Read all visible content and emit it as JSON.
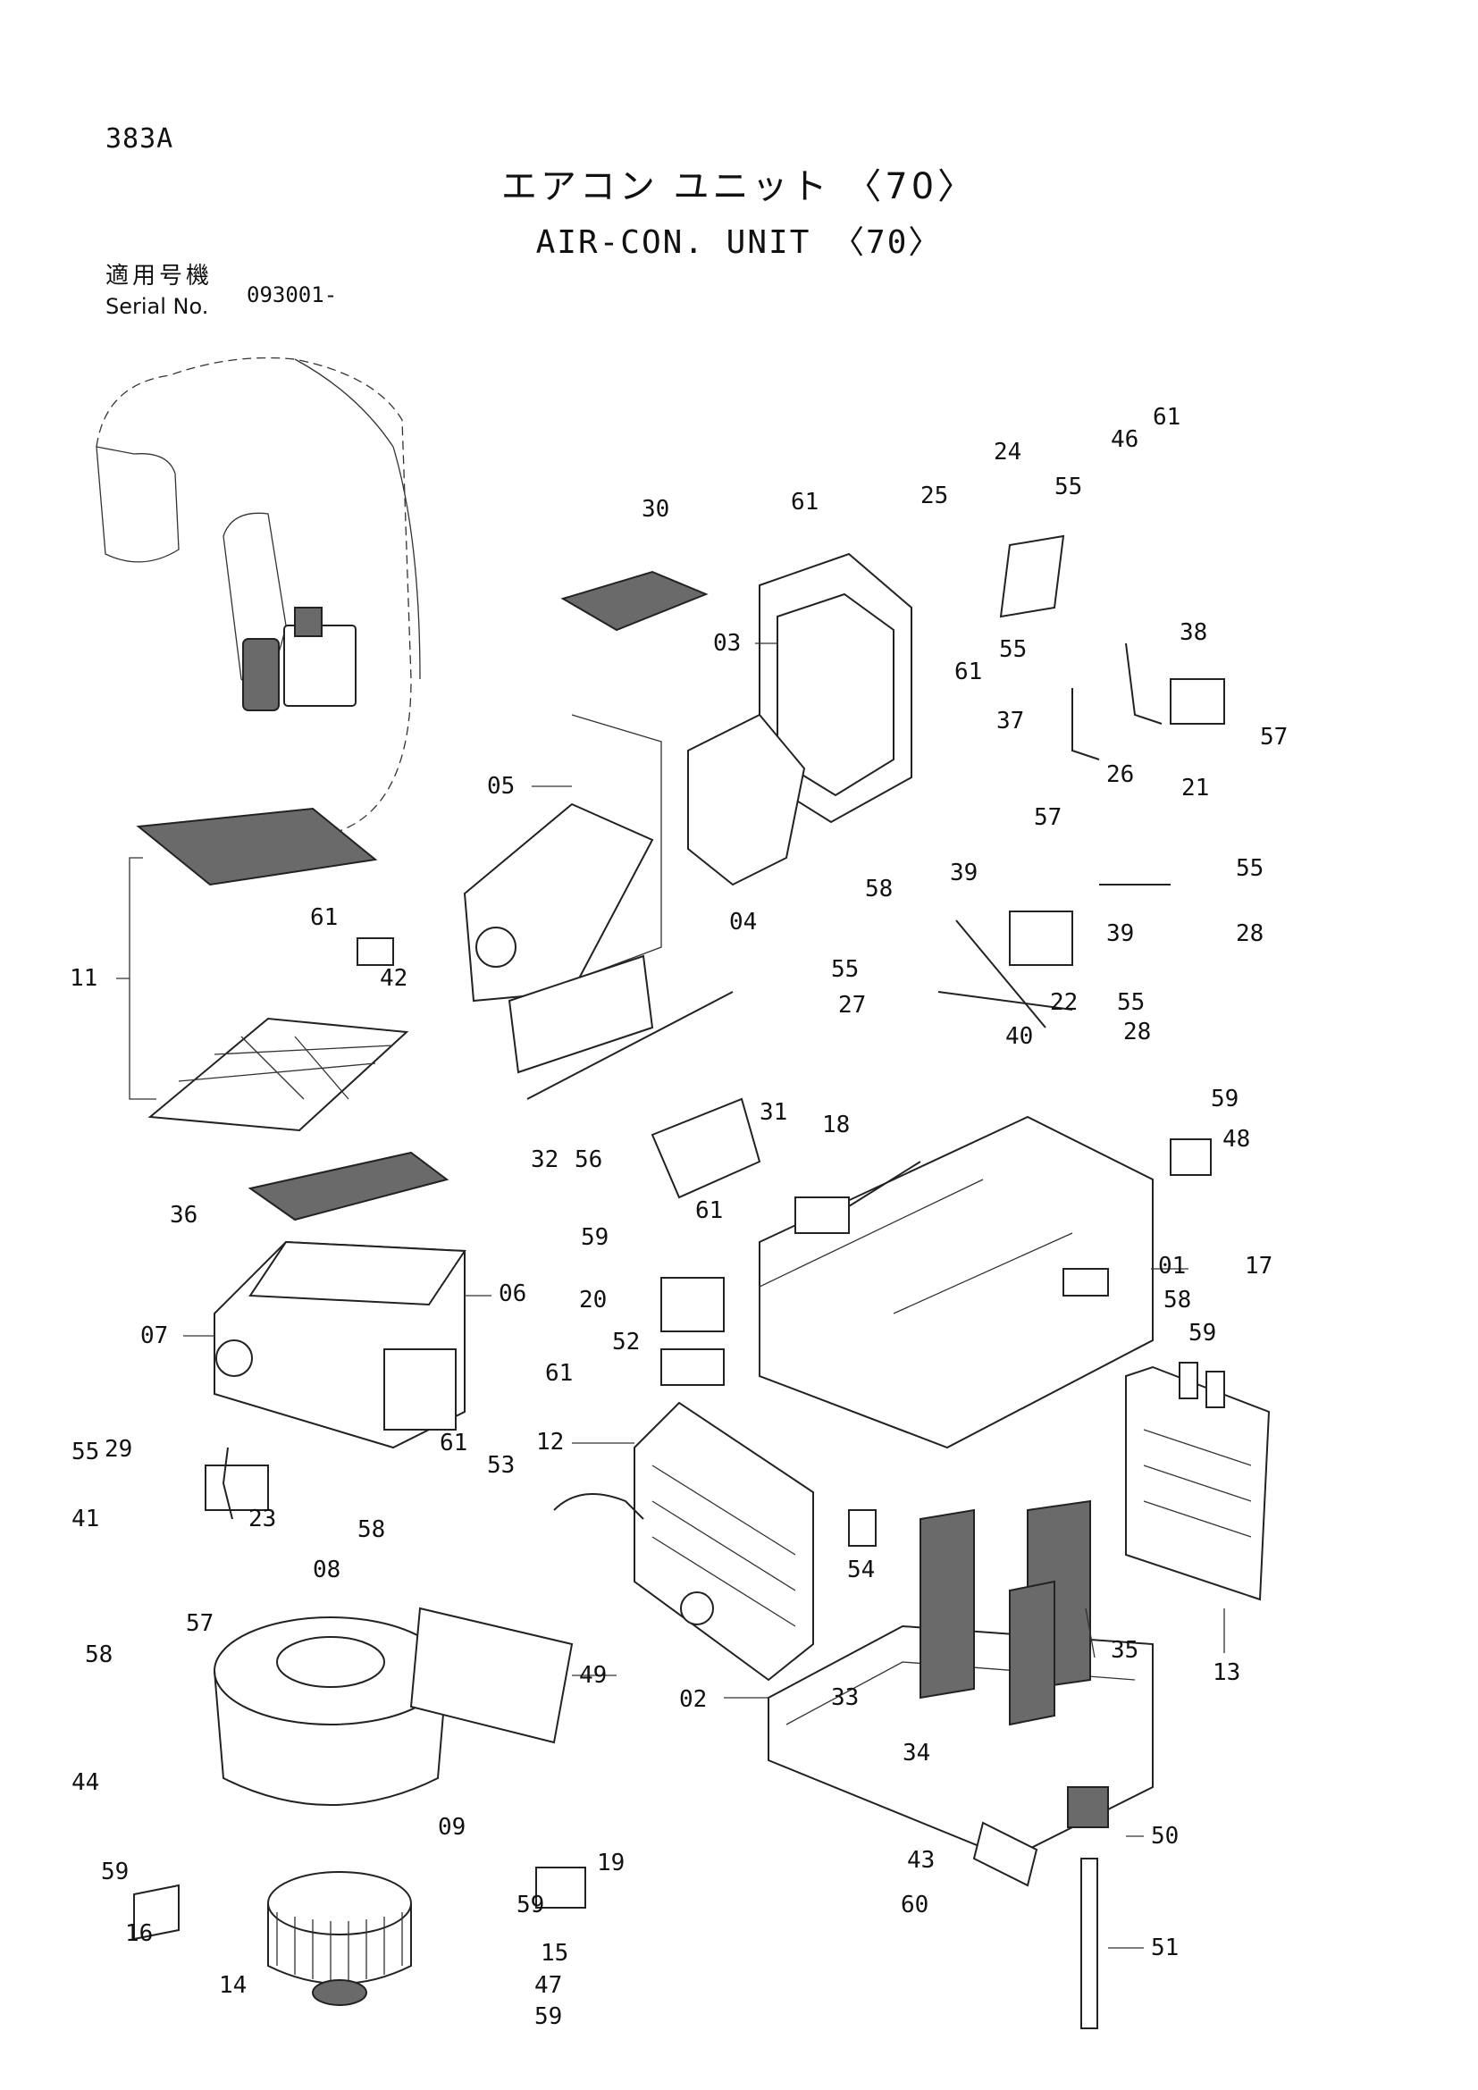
{
  "header": {
    "page_id": "383A",
    "title_jp": "エアコン ユニット 〈70〉",
    "title_en": "AIR-CON. UNIT 〈70〉",
    "serial_label_jp": "適用号機",
    "serial_label_en": "Serial No.",
    "serial_value": "093001-"
  },
  "callouts": [
    "01",
    "02",
    "03",
    "04",
    "05",
    "06",
    "07",
    "08",
    "09",
    "11",
    "12",
    "13",
    "14",
    "15",
    "16",
    "17",
    "18",
    "19",
    "20",
    "21",
    "22",
    "23",
    "24",
    "25",
    "26",
    "27",
    "28",
    "28",
    "29",
    "30",
    "31",
    "32",
    "33",
    "34",
    "35",
    "36",
    "37",
    "38",
    "39",
    "39",
    "40",
    "41",
    "42",
    "43",
    "44",
    "46",
    "47",
    "48",
    "49",
    "50",
    "51",
    "52",
    "53",
    "54",
    "55",
    "55",
    "55",
    "55",
    "55",
    "55",
    "56",
    "57",
    "57",
    "57",
    "58",
    "58",
    "58",
    "58",
    "59",
    "59",
    "59",
    "59",
    "59",
    "59",
    "60",
    "61",
    "61",
    "61",
    "61",
    "61",
    "61",
    "61"
  ]
}
